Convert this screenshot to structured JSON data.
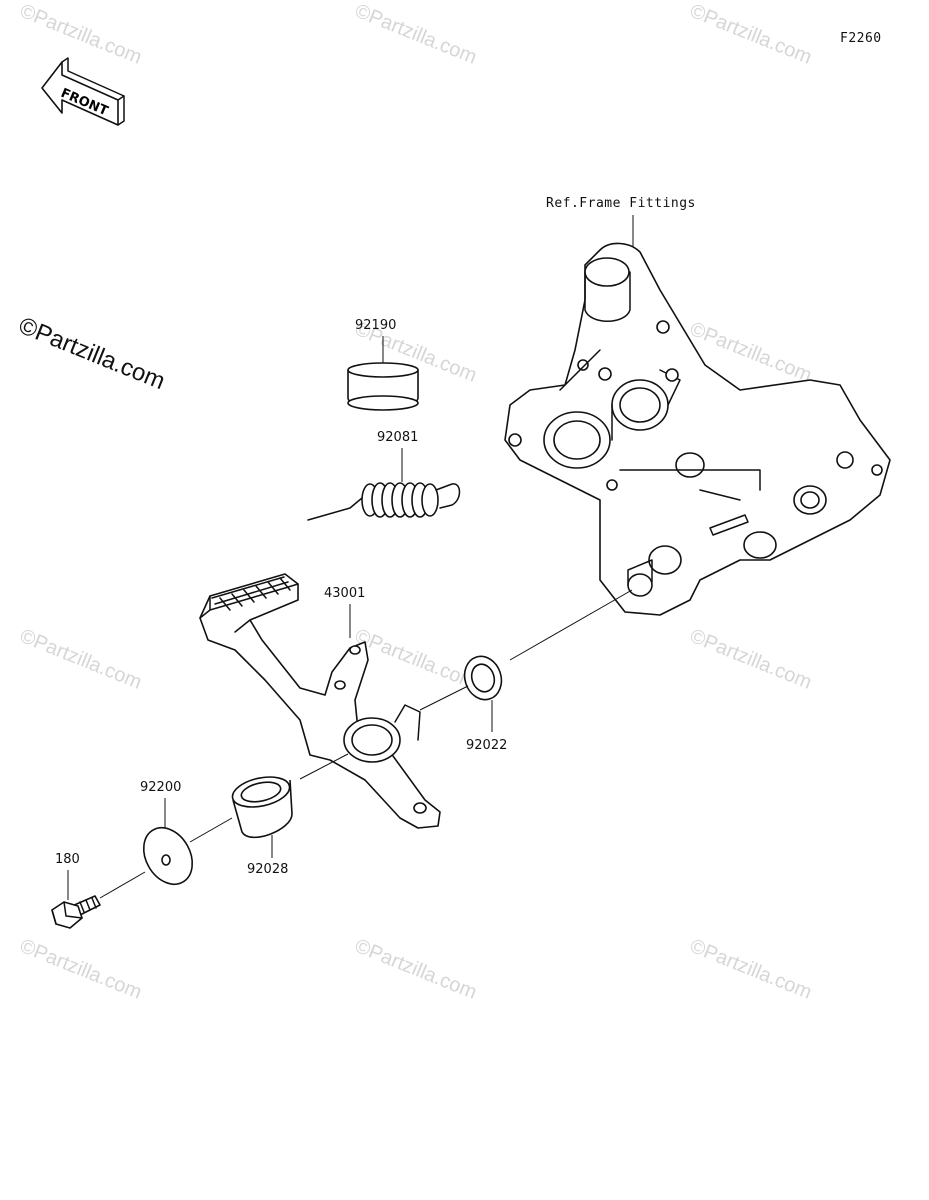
{
  "diagram_code": "F2260",
  "front_arrow_label": "FRONT",
  "reference_label": "Ref.Frame Fittings",
  "watermark_text": "©Partzilla.com",
  "watermark_logo_text": "©Partzilla.com",
  "parts": [
    {
      "number": "92190"
    },
    {
      "number": "92081"
    },
    {
      "number": "43001"
    },
    {
      "number": "92022"
    },
    {
      "number": "92200"
    },
    {
      "number": "92028"
    },
    {
      "number": "180"
    }
  ],
  "colors": {
    "line": "#111111",
    "watermark": "#d6d6d6",
    "background": "#ffffff"
  }
}
